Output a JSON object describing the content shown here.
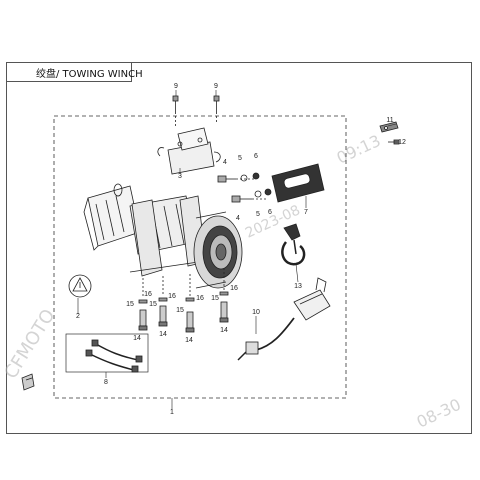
{
  "title": "绞盘/ TOWING WINCH",
  "callouts": {
    "c1": "1",
    "c2": "2",
    "c3": "3",
    "c4a": "4",
    "c4b": "4",
    "c5a": "5",
    "c5b": "5",
    "c6a": "6",
    "c6b": "6",
    "c7": "7",
    "c8": "8",
    "c9a": "9",
    "c9b": "9",
    "c10": "10",
    "c11": "11",
    "c12": "12",
    "c13": "13",
    "c14a": "14",
    "c14b": "14",
    "c14c": "14",
    "c14d": "14",
    "c15a": "15",
    "c15b": "15",
    "c15c": "15",
    "c15d": "15",
    "c16a": "16",
    "c16b": "16",
    "c16c": "16",
    "c16d": "16"
  },
  "watermarks": {
    "left": "CFMOTO",
    "center": "2023-08",
    "top_right": "09:13",
    "bottom_right": "08-30"
  },
  "colors": {
    "line": "#222222",
    "frame": "#555555",
    "watermark": "#b0b0b0"
  }
}
